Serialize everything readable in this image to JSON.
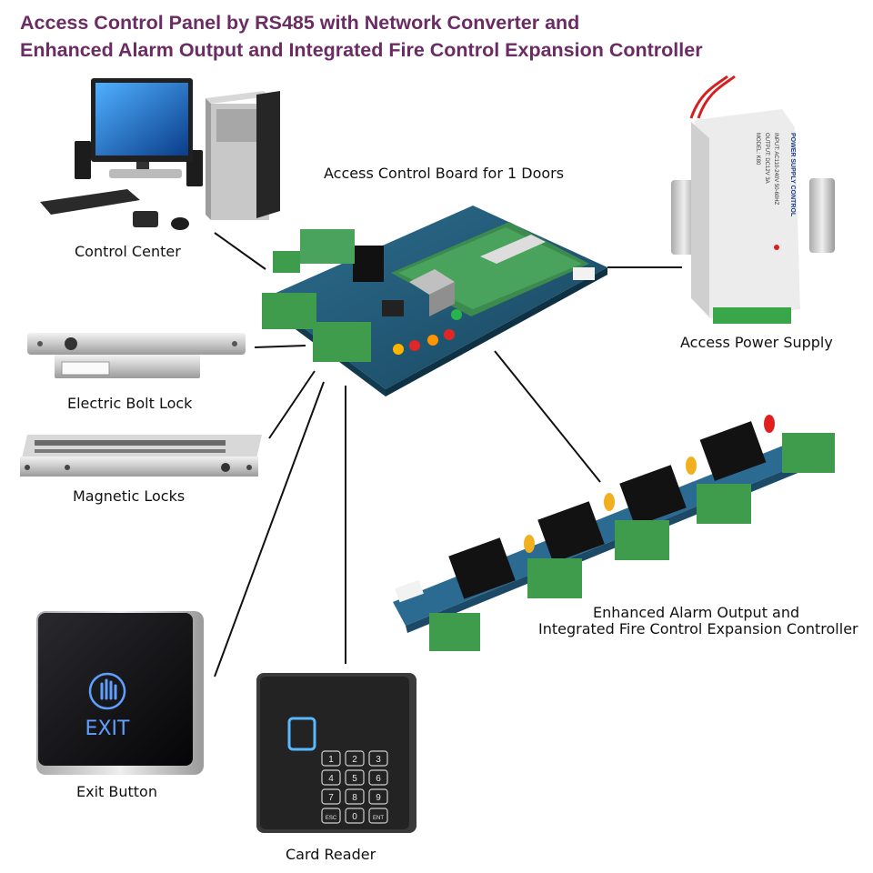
{
  "title": {
    "line1": "Access Control Panel by RS485 with Network Converter and",
    "line2": "Enhanced Alarm Output and Integrated Fire Control Expansion Controller"
  },
  "components": {
    "control_center": "Control Center",
    "board": "Access Control Board for 1 Doors",
    "power_supply": "Access Power Supply",
    "bolt_lock": "Electric Bolt Lock",
    "magnetic_locks": "Magnetic Locks",
    "expansion_line1": "Enhanced Alarm Output and",
    "expansion_line2": "Integrated Fire Control Expansion Controller",
    "exit_button": "Exit Button",
    "card_reader": "Card Reader"
  },
  "device_text": {
    "exit_label": "EXIT",
    "psu_title": "POWER SUPPLY CONTROL",
    "psu_input": "INPUT: AC110-240V 50-60HZ",
    "psu_output": "OUTPUT: DC12V 3A",
    "psu_model": "MODEL: K80",
    "keypad": [
      "1",
      "2",
      "3",
      "4",
      "5",
      "6",
      "7",
      "8",
      "9",
      "ESC",
      "0",
      "ENT"
    ]
  }
}
